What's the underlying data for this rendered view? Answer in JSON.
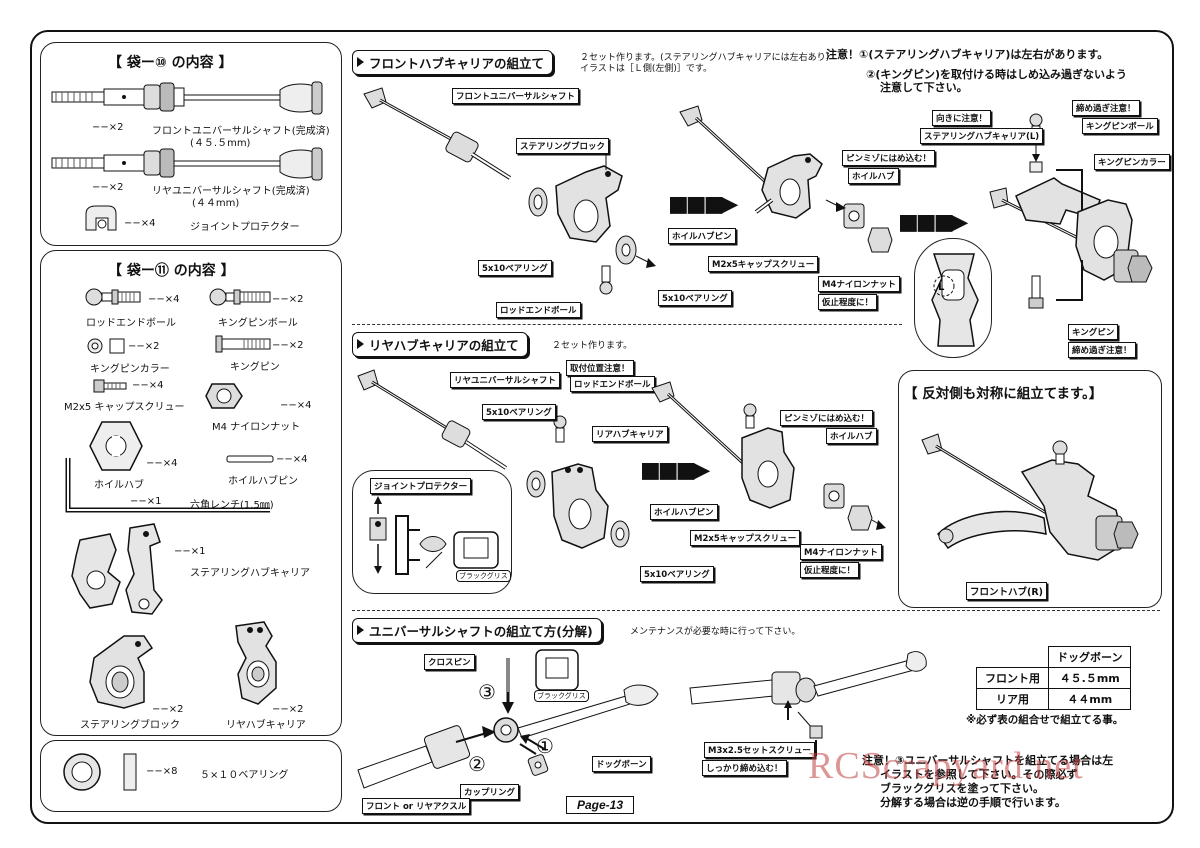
{
  "page": {
    "label": "Page-13"
  },
  "watermark": "RCScrapyard.net",
  "bag10": {
    "title": "【 袋ー⑩ の内容 】",
    "items": [
      {
        "qty": "−−×2",
        "name": "フロントユニバーサルシャフト(完成済)",
        "sub": "(４５.５mm)"
      },
      {
        "qty": "−−×2",
        "name": "リヤユニバーサルシャフト(完成済)",
        "sub": "(４４mm)"
      },
      {
        "qty": "−−×4",
        "name": "ジョイントプロテクター"
      }
    ]
  },
  "bag11": {
    "title": "【 袋ー⑪ の内容 】",
    "items": [
      {
        "qty": "−−×4",
        "name": "ロッドエンドボール"
      },
      {
        "qty": "−−×2",
        "name": "キングピンボール"
      },
      {
        "qty": "−−×2",
        "name": "キングピンカラー"
      },
      {
        "qty": "−−×2",
        "name": "キングピン"
      },
      {
        "qty": "−−×4",
        "name": "M2x5 キャップスクリュー"
      },
      {
        "qty": "−−×4",
        "name": "M4 ナイロンナット"
      },
      {
        "qty": "−−×4",
        "name": "ホイルハブ"
      },
      {
        "qty": "−−×4",
        "name": "ホイルハブピン"
      },
      {
        "qty": "−−×1",
        "name": "六角レンチ(1.5㎜)"
      },
      {
        "qty": "−−×1",
        "name": "ステアリングハブキャリア"
      },
      {
        "qty": "−−×2",
        "name": "ステアリングブロック"
      },
      {
        "qty": "−−×2",
        "name": "リヤハブキャリア"
      }
    ]
  },
  "bearing_box": {
    "qty": "−−×8",
    "name": "５×１０ベアリング"
  },
  "front": {
    "heading": "フロントハブキャリアの組立て",
    "sets_note": "２セット作ります。(ステアリングハブキャリアには左右あり)",
    "sets_note2": "イラストは［Ｌ側(左側)］です。",
    "caution1": "注意！①(ステアリングハブキャリア)は左右があります。",
    "caution2": "②(キングピン)を取付ける時はしめ込み過ぎないよう",
    "caution2b": "注意して下さい。",
    "tags": {
      "univ": "フロントユニバーサルシャフト",
      "steering_block": "ステアリングブロック",
      "bearing_a": "5x10ベアリング",
      "bearing_b": "5x10ベアリング",
      "rod_end": "ロッドエンドボール",
      "wheel_hub_pin": "ホイルハブピン",
      "wheel_hub": "ホイルハブ",
      "pin_groove": "ピンミゾにはめ込む！",
      "cap_screw": "M2x5キャップスクリュー",
      "nylon_nut": "M4ナイロンナット",
      "temp": "仮止程度に！",
      "direction": "向きに注意！",
      "carrier_l": "ステアリングハブキャリア(L)",
      "no_overtight": "締め過ぎ注意！",
      "kingpin_ball": "キングピンボール",
      "kingpin_collar": "キングピンカラー",
      "kingpin": "キングピン",
      "no_overtight2": "締め過ぎ注意！"
    }
  },
  "opposite": {
    "heading": "【 反対側も対称に組立てます。】",
    "caption": "フロントハブ(R)"
  },
  "rear": {
    "heading": "リヤハブキャリアの組立て",
    "sets_note": "２セット作ります。",
    "tags": {
      "univ": "リヤユニバーサルシャフト",
      "position": "取付位置注意！",
      "rod_end": "ロッドエンドボール",
      "bearing_a": "5x10ベアリング",
      "carrier": "リアハブキャリア",
      "joint_protector": "ジョイントプロテクター",
      "black_grease": "ブラックグリス",
      "bearing_b": "5x10ベアリング",
      "wheel_hub_pin": "ホイルハブピン",
      "wheel_hub": "ホイルハブ",
      "pin_groove": "ピンミゾにはめ込む！",
      "cap_screw": "M2x5キャップスクリュー",
      "nylon_nut": "M4ナイロンナット",
      "temp": "仮止程度に！"
    }
  },
  "universal": {
    "heading": "ユニバーサルシャフトの組立て方(分解)",
    "note": "メンテナンスが必要な時に行って下さい。",
    "tags": {
      "cross_pin": "クロスピン",
      "black_grease": "ブラックグリス",
      "dogbone": "ドッグボーン",
      "cup_ring": "カップリング",
      "front_rear": "フロント or リヤアクスル",
      "set_screw": "M3x2.5セットスクリュー",
      "tighten": "しっかり締め込む！"
    },
    "steps": [
      "③",
      "②",
      "①"
    ],
    "caution_lines": [
      "注意！③ユニバーサルシャフトを組立てる場合は左",
      "イラストを参照して下さい。その際必ず",
      "ブラックグリスを塗って下さい。",
      "分解する場合は逆の手順で行います。"
    ]
  },
  "dogbone_table": {
    "header": "ドッグボーン",
    "rows": [
      {
        "label": "フロント用",
        "value": "４５.５mm"
      },
      {
        "label": "リア用",
        "value": "４４mm"
      }
    ],
    "footnote": "※必ず表の組合せで組立てる事。"
  }
}
